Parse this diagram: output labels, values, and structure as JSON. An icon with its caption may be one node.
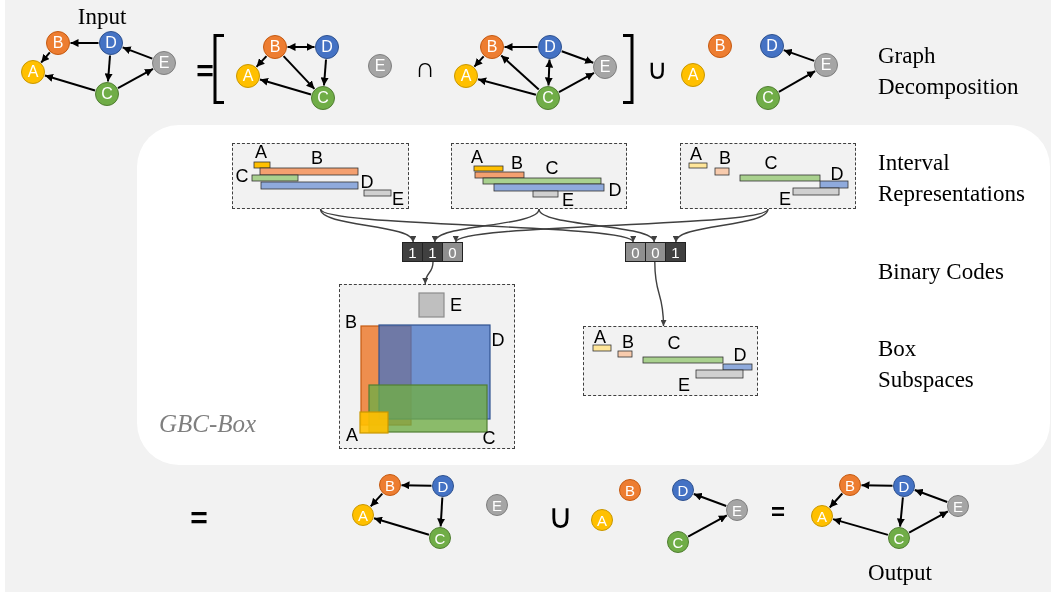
{
  "diagram": {
    "nodes": [
      {
        "text": [
          "B"
        ]
      },
      {
        "text": [
          "D"
        ]
      },
      {
        "text": [
          "E"
        ]
      },
      {
        "text": [
          "A"
        ]
      },
      {
        "text": [
          "C"
        ]
      },
      {
        "text": [
          "B"
        ]
      },
      {
        "text": [
          "D"
        ]
      },
      {
        "text": [
          "A"
        ]
      },
      {
        "text": [
          "C"
        ]
      },
      {
        "text": [
          "E"
        ]
      },
      {
        "text": [
          "B"
        ]
      },
      {
        "text": [
          "D"
        ]
      },
      {
        "text": [
          "E"
        ]
      },
      {
        "text": [
          "A"
        ]
      },
      {
        "text": [
          "C"
        ]
      },
      {
        "text": [
          "B"
        ]
      },
      {
        "text": [
          "A"
        ]
      },
      {
        "text": [
          "D"
        ]
      },
      {
        "text": [
          "E"
        ]
      },
      {
        "text": [
          "C"
        ]
      },
      {
        "text": [
          "GBC-Box"
        ]
      },
      {
        "text": [
          "A",
          "B",
          "C",
          "D",
          "E"
        ],
        "in": 20
      },
      {
        "text": [
          "A",
          "B",
          "C",
          "D",
          "E"
        ],
        "in": 20
      },
      {
        "text": [
          "A",
          "B",
          "C",
          "D",
          "E"
        ],
        "in": 20
      },
      {
        "text": [
          "1",
          "1",
          "0"
        ],
        "in": 20
      },
      {
        "text": [
          "0",
          "0",
          "1"
        ],
        "in": 20
      },
      {
        "text": [
          "E",
          "B",
          "D",
          "A",
          "C"
        ],
        "in": 20
      },
      {
        "text": [
          "A",
          "B",
          "C",
          "D",
          "E"
        ],
        "in": 20
      },
      {
        "text": [
          "B"
        ]
      },
      {
        "text": [
          "D"
        ]
      },
      {
        "text": [
          "A"
        ]
      },
      {
        "text": [
          "C"
        ]
      },
      {
        "text": [
          "E"
        ]
      },
      {
        "text": [
          "B"
        ]
      },
      {
        "text": [
          "A"
        ]
      },
      {
        "text": [
          "D"
        ]
      },
      {
        "text": [
          "E"
        ]
      },
      {
        "text": [
          "C"
        ]
      },
      {
        "text": [
          "B"
        ]
      },
      {
        "text": [
          "D"
        ]
      },
      {
        "text": [
          "E"
        ]
      },
      {
        "text": [
          "A"
        ]
      },
      {
        "text": [
          "C"
        ]
      }
    ],
    "edges": [
      {
        "from": 1,
        "to": 0,
        "arrow": "to"
      },
      {
        "from": 0,
        "to": 3,
        "arrow": "to"
      },
      {
        "from": 1,
        "to": 4,
        "arrow": "to"
      },
      {
        "from": 2,
        "to": 1,
        "arrow": "to"
      },
      {
        "from": 4,
        "to": 3,
        "arrow": "to"
      },
      {
        "from": 4,
        "to": 2,
        "arrow": "to"
      },
      {
        "from": 5,
        "to": 6,
        "arrow": "both"
      },
      {
        "from": 5,
        "to": 7,
        "arrow": "to"
      },
      {
        "from": 5,
        "to": 8,
        "arrow": "to"
      },
      {
        "from": 6,
        "to": 8,
        "arrow": "to"
      },
      {
        "from": 8,
        "to": 7,
        "arrow": "to"
      },
      {
        "from": 11,
        "to": 10,
        "arrow": "to"
      },
      {
        "from": 10,
        "to": 13,
        "arrow": "to"
      },
      {
        "from": 14,
        "to": 10,
        "arrow": "to"
      },
      {
        "from": 14,
        "to": 11,
        "arrow": "both"
      },
      {
        "from": 11,
        "to": 12,
        "arrow": "to"
      },
      {
        "from": 14,
        "to": 12,
        "arrow": "to"
      },
      {
        "from": 14,
        "to": 13,
        "arrow": "to"
      },
      {
        "from": 18,
        "to": 17,
        "arrow": "to"
      },
      {
        "from": 19,
        "to": 18,
        "arrow": "to"
      },
      {
        "from": 21,
        "to": 24,
        "arrow": "to",
        "color": "#404040"
      },
      {
        "from": 21,
        "to": 25,
        "arrow": "to",
        "color": "#404040"
      },
      {
        "from": 22,
        "to": 24,
        "arrow": "to",
        "color": "#404040"
      },
      {
        "from": 22,
        "to": 25,
        "arrow": "to",
        "color": "#404040"
      },
      {
        "from": 23,
        "to": 24,
        "arrow": "to",
        "color": "#404040"
      },
      {
        "from": 23,
        "to": 25,
        "arrow": "to",
        "color": "#404040"
      },
      {
        "from": 24,
        "to": 26,
        "arrow": "to",
        "color": "#404040"
      },
      {
        "from": 25,
        "to": 27,
        "arrow": "to",
        "color": "#404040"
      },
      {
        "from": 29,
        "to": 28,
        "arrow": "to"
      },
      {
        "from": 28,
        "to": 30,
        "arrow": "to"
      },
      {
        "from": 29,
        "to": 31,
        "arrow": "to"
      },
      {
        "from": 31,
        "to": 30,
        "arrow": "to"
      },
      {
        "from": 36,
        "to": 35,
        "arrow": "to"
      },
      {
        "from": 37,
        "to": 36,
        "arrow": "to"
      },
      {
        "from": 39,
        "to": 38,
        "arrow": "to"
      },
      {
        "from": 38,
        "to": 41,
        "arrow": "to"
      },
      {
        "from": 39,
        "to": 42,
        "arrow": "to"
      },
      {
        "from": 40,
        "to": 39,
        "arrow": "to"
      },
      {
        "from": 42,
        "to": 41,
        "arrow": "to"
      },
      {
        "from": 42,
        "to": 40,
        "arrow": "to"
      }
    ],
    "labels": [
      "Input",
      "=",
      "∩",
      "∪",
      "Graph Decomposition",
      "Interval Representations",
      "Binary Codes",
      "Box Subspaces",
      "=",
      "∪",
      "=",
      "Output"
    ]
  }
}
